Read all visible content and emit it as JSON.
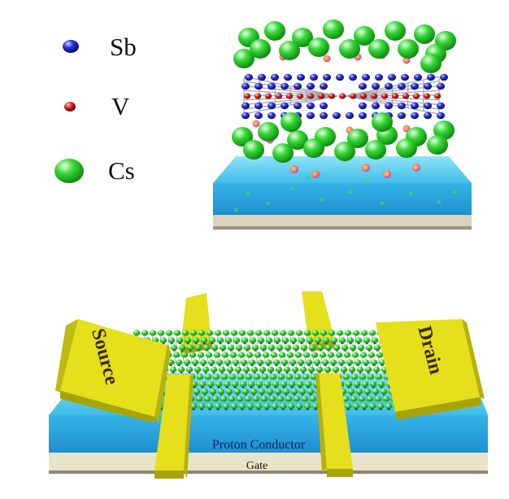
{
  "legend": {
    "items": [
      {
        "label": "Sb",
        "color": "#2a2fd6"
      },
      {
        "label": "V",
        "color": "#d02a2a"
      },
      {
        "label": "Cs",
        "color": "#33d633"
      }
    ]
  },
  "device": {
    "source_label": "Source",
    "drain_label": "Drain",
    "proton_label": "Proton Conductor",
    "gate_label": "Gate"
  },
  "colors": {
    "substrate_top": "#5fd0f0",
    "substrate_side": "#2ea5dd",
    "gate_layer": "#ece7cf",
    "electrode_top": "#e5df1c",
    "electrode_side": "#b1ab08",
    "cs_atom": "#33d633",
    "sb_atom": "#2a2fd6",
    "v_atom": "#d02a2a",
    "proton": "#f08a6a"
  }
}
